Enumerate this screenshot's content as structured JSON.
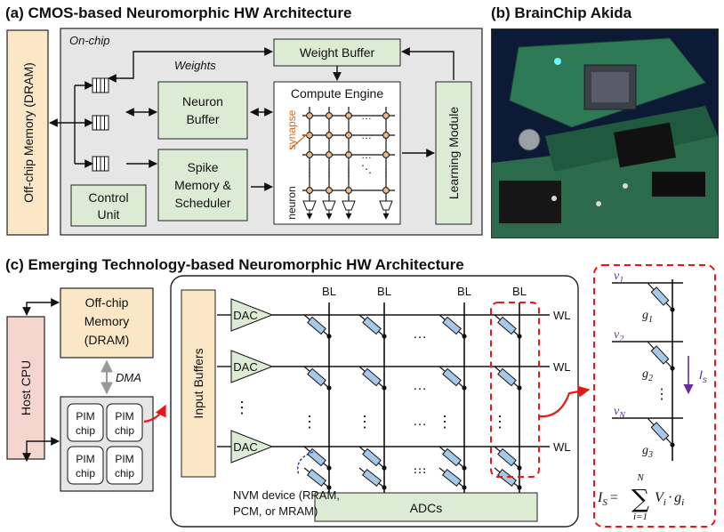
{
  "panel_a": {
    "title": "(a) CMOS-based Neuromorphic HW Architecture",
    "offchip_memory": "Off-chip Memory (DRAM)",
    "onchip_label": "On-chip",
    "weights_label": "Weights",
    "weight_buffer": "Weight Buffer",
    "neuron_buffer": [
      "Neuron",
      "Buffer"
    ],
    "spike_memory": [
      "Spike",
      "Memory &",
      "Scheduler"
    ],
    "control_unit": [
      "Control",
      "Unit"
    ],
    "compute_engine": "Compute Engine",
    "synapse_label": "synapse",
    "neuron_label": "neuron",
    "learning_module": "Learning Module"
  },
  "panel_b": {
    "title": "(b) BrainChip Akida"
  },
  "panel_c": {
    "title": "(c) Emerging Technology-based Neuromorphic HW Architecture",
    "offchip_memory": [
      "Off-chip",
      "Memory",
      "(DRAM)"
    ],
    "host_cpu": "Host CPU",
    "dma_label": "DMA",
    "pim_chip": [
      "PIM",
      "chip"
    ],
    "input_buffers": "Input Buffers",
    "dac_label": "DAC",
    "bl_label": "BL",
    "wl_label": "WL",
    "adcs_label": "ADCs",
    "nvm_device": [
      "NVM device (RRAM,",
      "PCM, or MRAM)"
    ],
    "ellipsis": "…",
    "vdots": "⋮"
  },
  "inset": {
    "voltages": [
      "v",
      "v",
      "v"
    ],
    "voltage_subscripts": [
      "1",
      "2",
      "N"
    ],
    "conductances": [
      "g",
      "g",
      "g"
    ],
    "conductance_subscripts": [
      "1",
      "2",
      "3"
    ],
    "current_label": "I",
    "current_subscript": "s",
    "formula_lhs": "I",
    "formula_lhs_sub": "S",
    "formula_eq": "=",
    "formula_sum": "∑",
    "formula_upper": "N",
    "formula_lower": "i=1",
    "formula_terms": "V",
    "formula_term_sub": "i",
    "formula_dot": "·",
    "formula_g": "g",
    "formula_g_sub": "i"
  },
  "colors": {
    "green_fill": "#dcebd3",
    "peach_fill": "#fbe7c6",
    "pink_fill": "#f6d5cf",
    "gray_fill": "#e6e6e6",
    "resistor_fill": "#a6c8e8",
    "node_fill": "#e5b98c",
    "inset_red": "#e81818",
    "purple": "#6a2c9a",
    "synapse_orange": "#d86b1a"
  }
}
